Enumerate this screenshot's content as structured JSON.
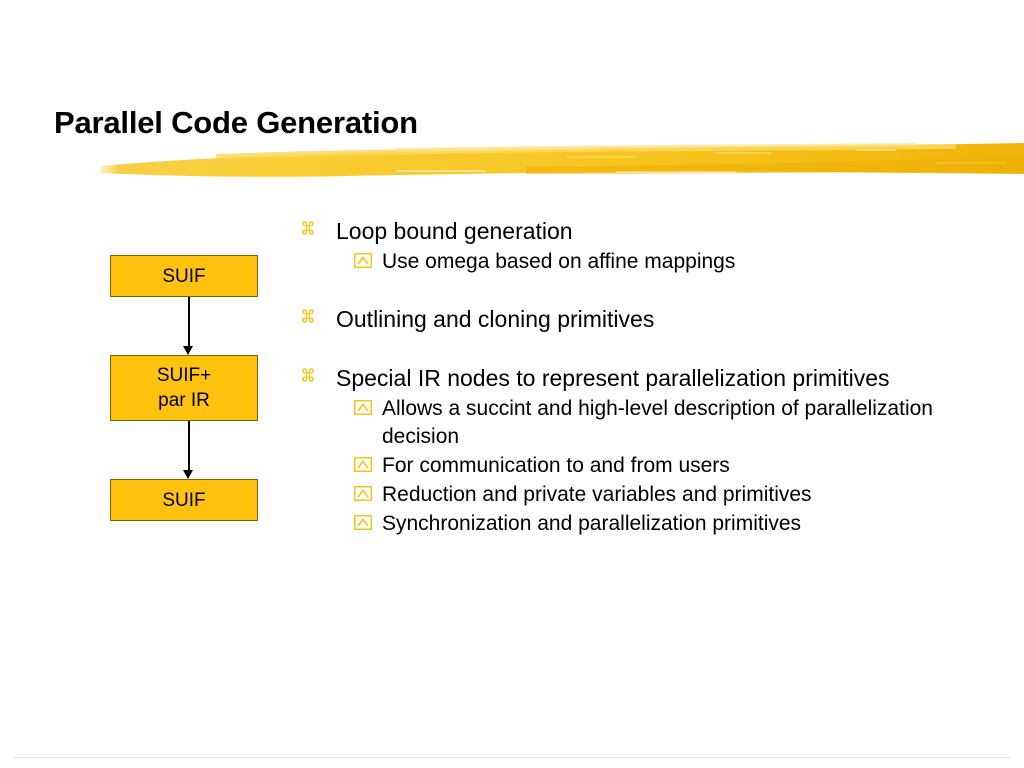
{
  "slide": {
    "title": "Parallel Code Generation",
    "accent_color": "#F5C518",
    "box_fill_color": "#FFC20E",
    "box_border_color": "#7a6408",
    "text_color": "#000000",
    "background_color": "#ffffff"
  },
  "diagram": {
    "name": "suif-compilation-flow",
    "boxes": [
      {
        "id": "box-top",
        "line1": "SUIF",
        "line2": ""
      },
      {
        "id": "box-middle",
        "line1": "SUIF+",
        "line2": "par IR"
      },
      {
        "id": "box-bottom",
        "line1": "SUIF",
        "line2": ""
      }
    ],
    "connectors": [
      {
        "from": "box-top",
        "to": "box-middle",
        "style": "arrow-down"
      },
      {
        "from": "box-middle",
        "to": "box-bottom",
        "style": "arrow-down"
      }
    ]
  },
  "bullets": {
    "level1_glyph": "command-glyph",
    "level2_glyph": "caret-box-glyph",
    "items": [
      {
        "text": "Loop bound generation",
        "children": [
          {
            "text": "Use omega based on affine mappings"
          }
        ]
      },
      {
        "text": "Outlining and cloning primitives",
        "children": []
      },
      {
        "text": "Special IR nodes to represent parallelization primitives",
        "children": [
          {
            "text": "Allows a succint and high-level description of parallelization decision"
          },
          {
            "text": "For communication to and from users"
          },
          {
            "text": "Reduction and private variables and primitives"
          },
          {
            "text": "Synchronization and parallelization primitives"
          }
        ]
      }
    ]
  }
}
